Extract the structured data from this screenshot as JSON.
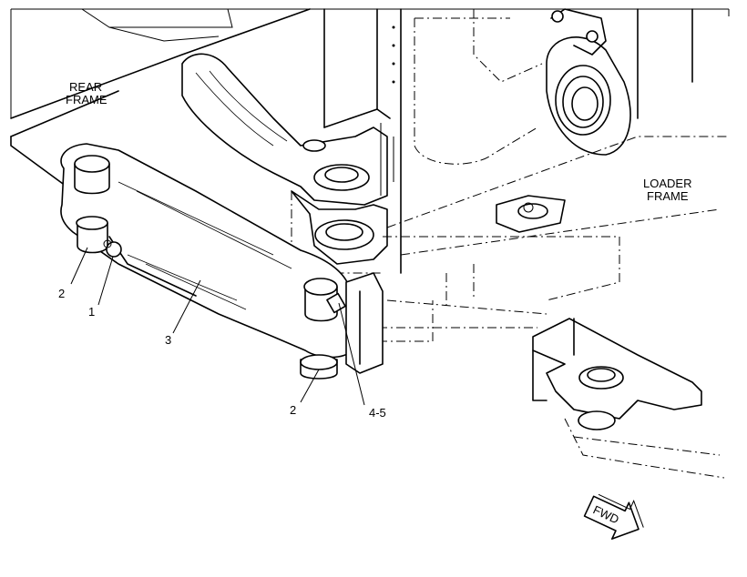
{
  "labels": {
    "rear_frame_line1": "REAR",
    "rear_frame_line2": "FRAME",
    "loader_frame_line1": "LOADER",
    "loader_frame_line2": "FRAME",
    "callout_2_top": "2",
    "callout_1": "1",
    "callout_3": "3",
    "callout_2_bottom": "2",
    "callout_4_5": "4-5",
    "fwd": "FWD"
  },
  "colors": {
    "ink": "#000000",
    "paper": "#ffffff"
  }
}
